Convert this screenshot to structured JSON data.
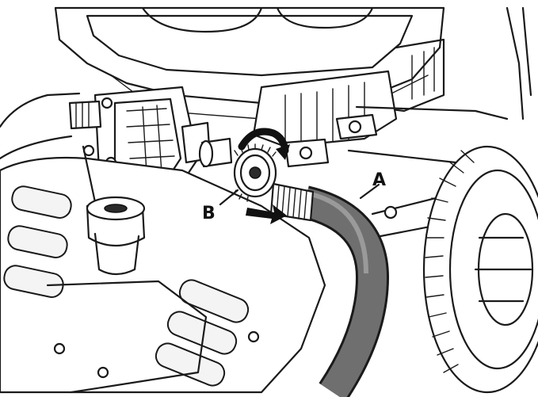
{
  "diagram": {
    "callouts": [
      {
        "id": "A",
        "text": "A"
      },
      {
        "id": "B",
        "text": "B"
      }
    ],
    "colors": {
      "line": "#1a1a1a",
      "hose": "#6f6f6f",
      "background": "#ffffff"
    }
  }
}
